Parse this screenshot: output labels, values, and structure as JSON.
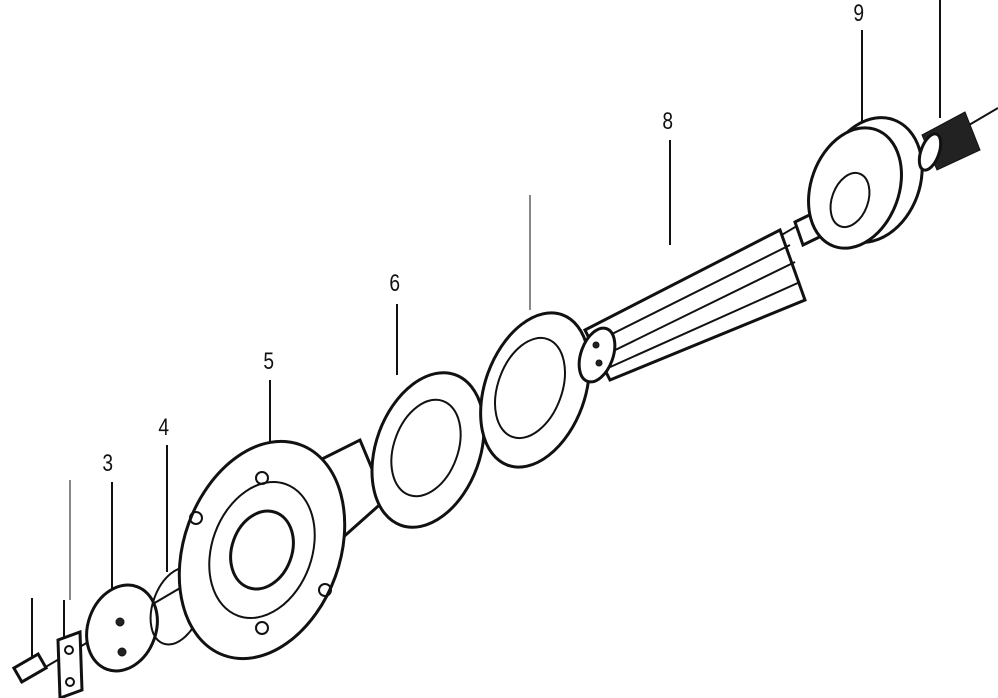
{
  "diagram": {
    "callouts": [
      {
        "id": "part-3",
        "text": "3"
      },
      {
        "id": "part-4",
        "text": "4"
      },
      {
        "id": "part-5",
        "text": "5"
      },
      {
        "id": "part-6",
        "text": "6"
      },
      {
        "id": "part-8",
        "text": "8"
      },
      {
        "id": "part-9",
        "text": "9"
      }
    ]
  }
}
